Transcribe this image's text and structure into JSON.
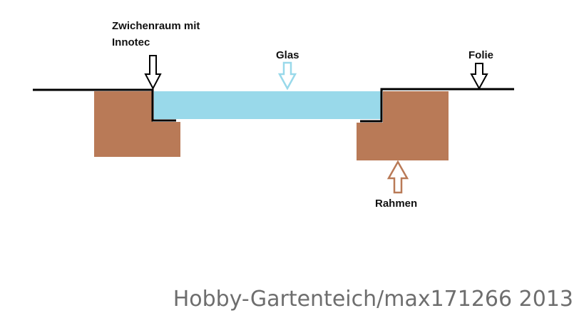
{
  "labels": {
    "zwischenraum_line1": "Zwichenraum mit",
    "zwischenraum_line2": "Innotec",
    "glas": "Glas",
    "folie": "Folie",
    "rahmen": "Rahmen"
  },
  "watermark": "Hobby-Gartenteich/max171266 2013",
  "colors": {
    "frame": "#b97a57",
    "glass": "#99d9ea",
    "foil": "#000000",
    "background": "#ffffff",
    "watermark": "#6e6e6e"
  },
  "icons": {
    "zwischenraum_arrow": "arrow-down-outline-black",
    "glas_arrow": "arrow-down-outline-lightblue",
    "folie_arrow": "arrow-down-outline-black",
    "rahmen_arrow": "arrow-up-outline-brown"
  }
}
